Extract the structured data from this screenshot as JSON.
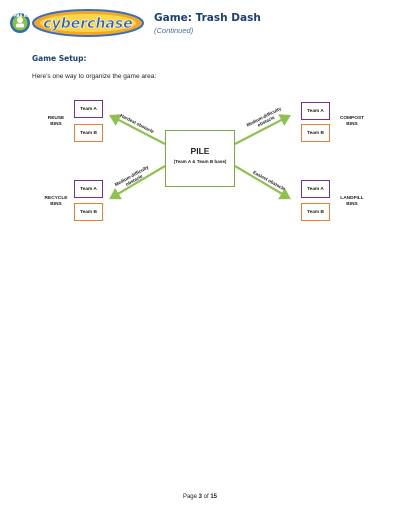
{
  "header": {
    "logo_text": "cyberchase",
    "pbs_text": "PBS KIDS",
    "title": "Game:  Trash Dash",
    "subtitle": "(Continued)"
  },
  "section_heading": "Game Setup:",
  "intro": "Here’s one way to organize the game area:",
  "bins": {
    "reuse": {
      "label_line1": "REUSE",
      "label_line2": "BINS",
      "team_a": "Team A",
      "team_b": "Team B"
    },
    "compost": {
      "label_line1": "COMPOST",
      "label_line2": "BINS",
      "team_a": "Team A",
      "team_b": "Team B"
    },
    "recycle": {
      "label_line1": "RECYCLE",
      "label_line2": "BINS",
      "team_a": "Team A",
      "team_b": "Team B"
    },
    "landfill": {
      "label_line1": "LANDFILL",
      "label_line2": "BINS",
      "team_a": "Team A",
      "team_b": "Team B"
    }
  },
  "pile": {
    "title": "PILE",
    "subtitle": "(Team A & Team B base)"
  },
  "obstacles": {
    "reuse": "Hardest obstacle",
    "compost_line1": "Medium-difficulty",
    "compost_line2": "obstacle",
    "recycle_line1": "Medium-difficulty",
    "recycle_line2": "obstacle",
    "landfill": "Easiest obstacle"
  },
  "footer": {
    "prefix": "Page ",
    "current": "3",
    "middle": " of ",
    "total": "15"
  },
  "colors": {
    "team_a_border": "#7030a0",
    "team_b_border": "#ed7d31",
    "arrow": "#92c050",
    "pile_border": "#70ad47",
    "heading": "#1c3f6e"
  }
}
